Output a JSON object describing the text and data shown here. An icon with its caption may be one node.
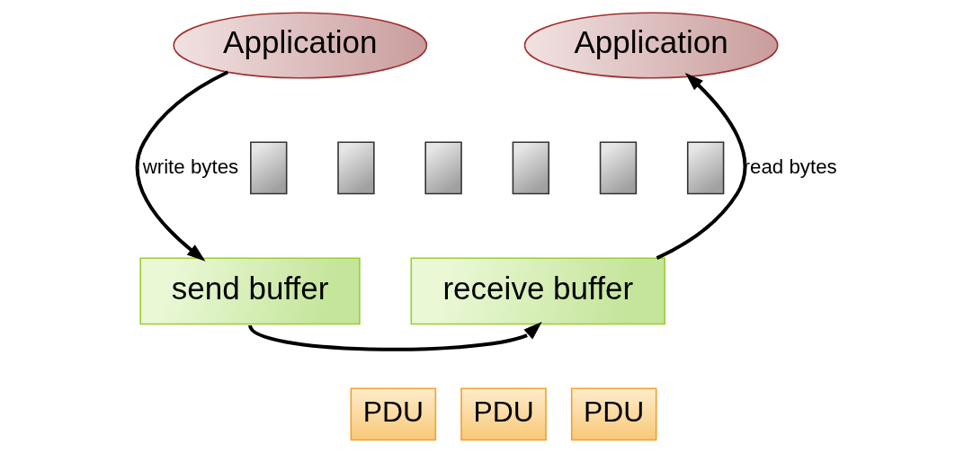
{
  "diagram": {
    "nodes": [
      {
        "text": [
          "Application"
        ]
      },
      {
        "text": [
          "Application"
        ]
      },
      {
        "text": [
          "send buffer"
        ]
      },
      {
        "text": [
          "receive buffer"
        ]
      },
      {
        "text": [],
        "shape": "box"
      },
      {
        "text": [],
        "shape": "box"
      },
      {
        "text": [],
        "shape": "box"
      },
      {
        "text": [],
        "shape": "box"
      },
      {
        "text": [],
        "shape": "box"
      },
      {
        "text": [],
        "shape": "box"
      },
      {
        "text": [
          "PDU"
        ]
      },
      {
        "text": [
          "PDU"
        ]
      },
      {
        "text": [
          "PDU"
        ]
      }
    ],
    "edges": [
      {
        "from": 0,
        "to": 2,
        "arrow": "to",
        "label": "write bytes"
      },
      {
        "from": 3,
        "to": 1,
        "arrow": "to",
        "label": "read bytes"
      },
      {
        "from": 2,
        "to": 3,
        "arrow": "to"
      }
    ]
  }
}
